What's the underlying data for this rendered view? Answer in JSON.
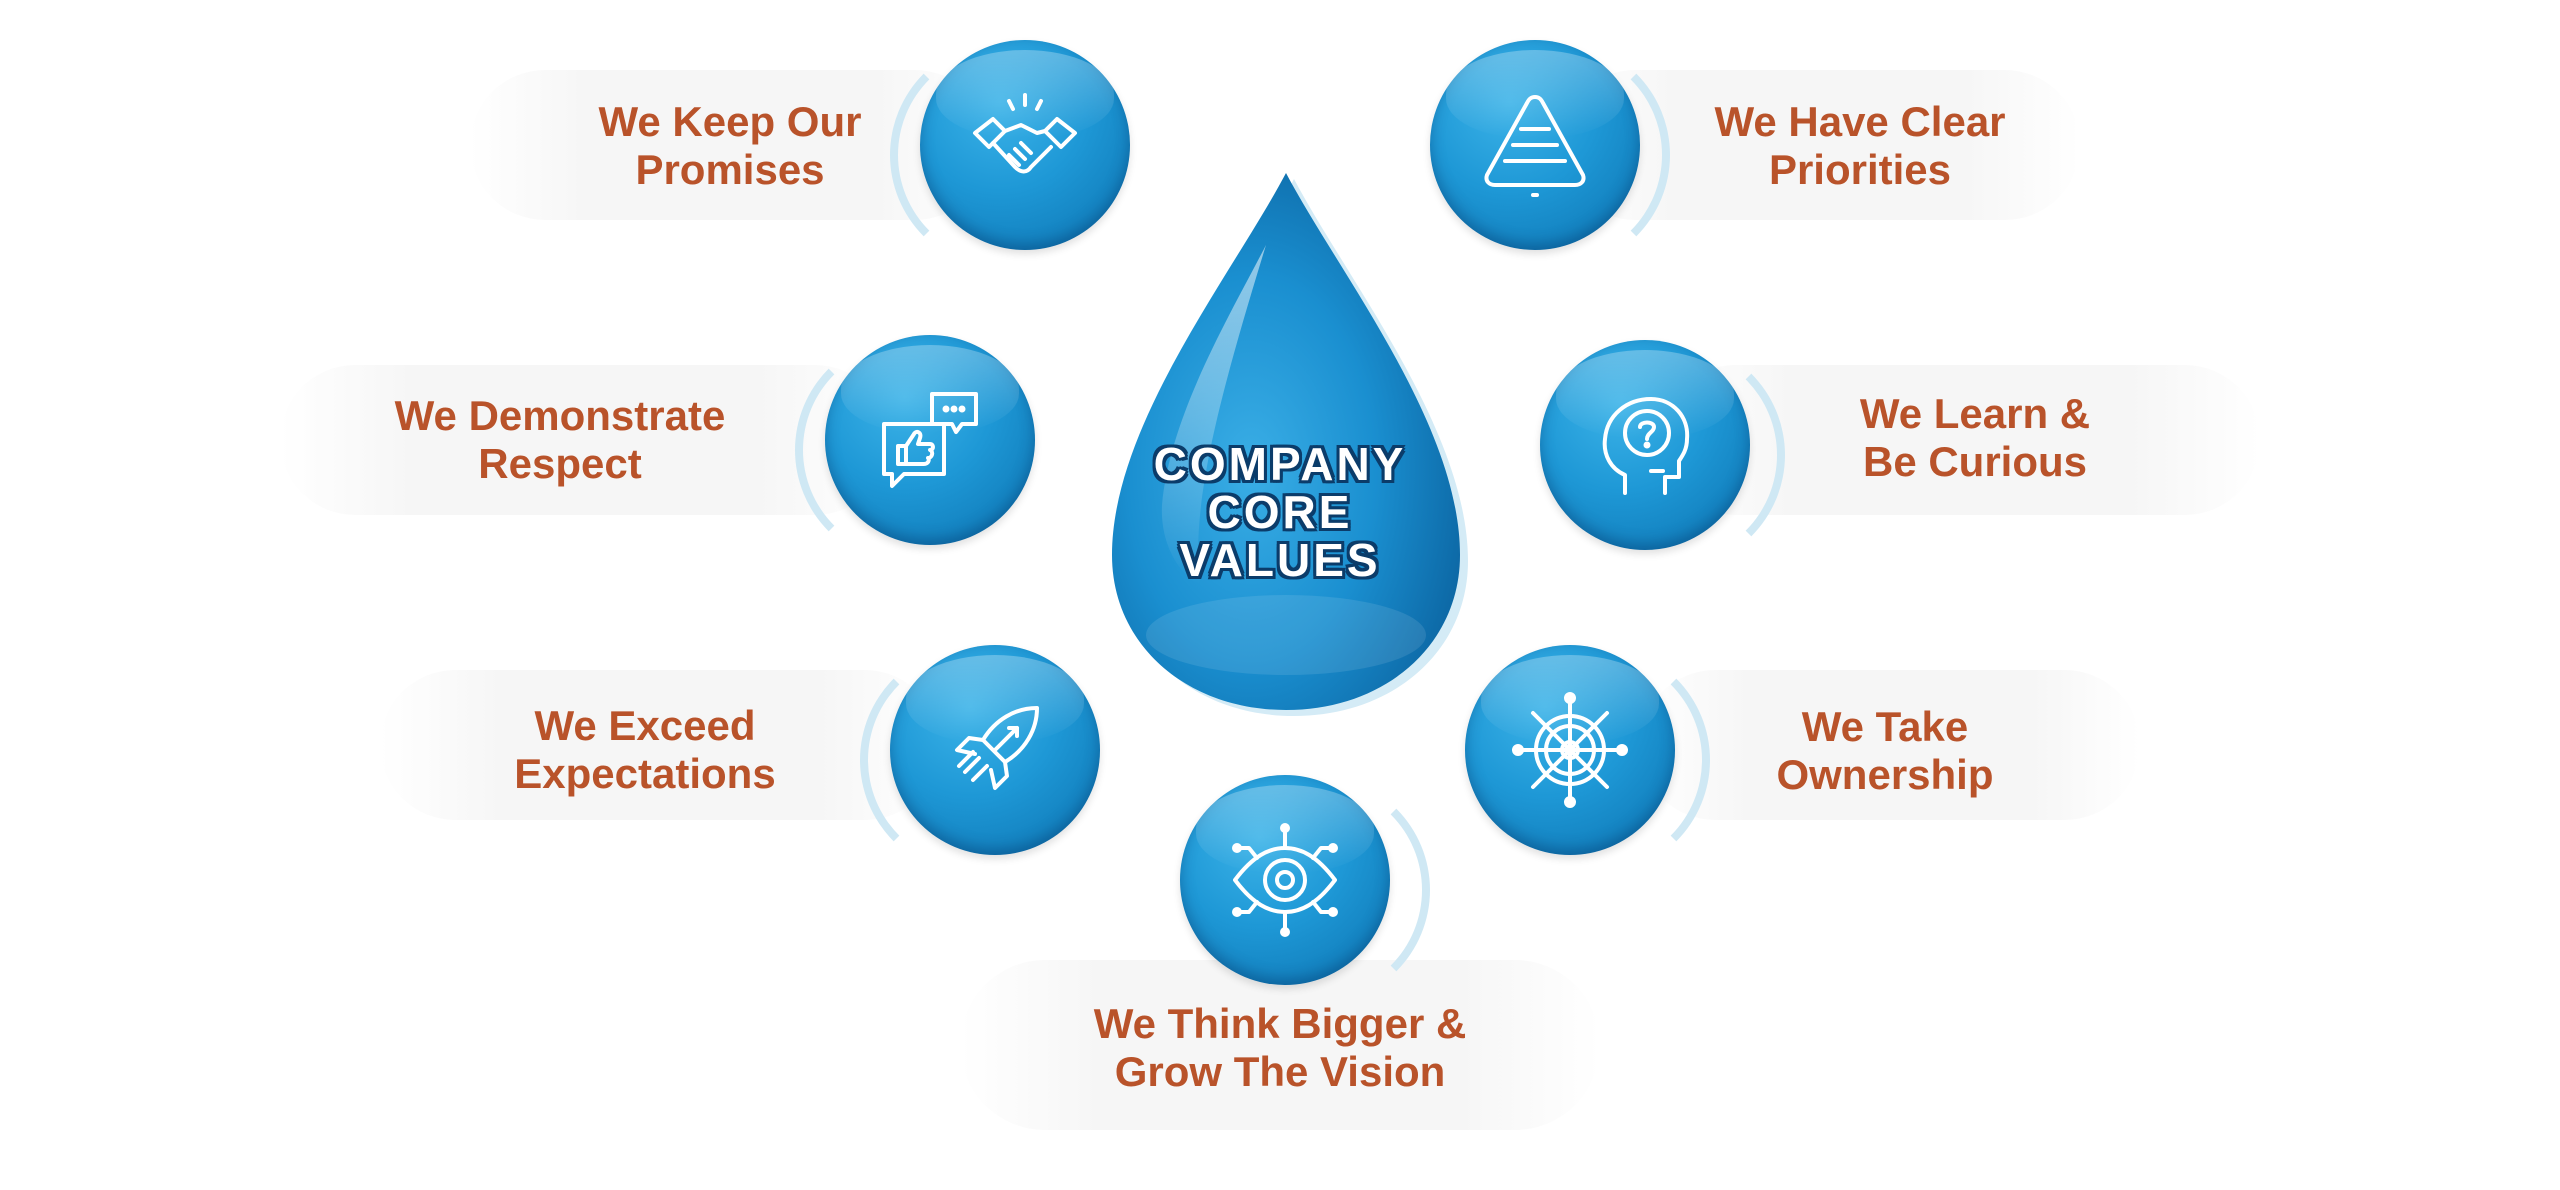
{
  "title": {
    "lines": [
      "COMPANY",
      "CORE",
      "VALUES"
    ]
  },
  "colors": {
    "label": "#b9532a",
    "circle": "#1e98d6",
    "drop": "#1a8fd0"
  },
  "values": [
    {
      "lines": [
        "We Keep Our",
        "Promises"
      ],
      "icon": "handshake-icon"
    },
    {
      "lines": [
        "We Have Clear",
        "Priorities"
      ],
      "icon": "pyramid-icon"
    },
    {
      "lines": [
        "We Demonstrate",
        "Respect"
      ],
      "icon": "chat-thumbs-up-icon"
    },
    {
      "lines": [
        "We Learn &",
        "Be Curious"
      ],
      "icon": "head-question-icon"
    },
    {
      "lines": [
        "We Exceed",
        "Expectations"
      ],
      "icon": "rocket-icon"
    },
    {
      "lines": [
        "We Take",
        "Ownership"
      ],
      "icon": "ship-wheel-icon"
    },
    {
      "lines": [
        "We Think Bigger &",
        "Grow The Vision"
      ],
      "icon": "eye-circuit-icon"
    }
  ]
}
